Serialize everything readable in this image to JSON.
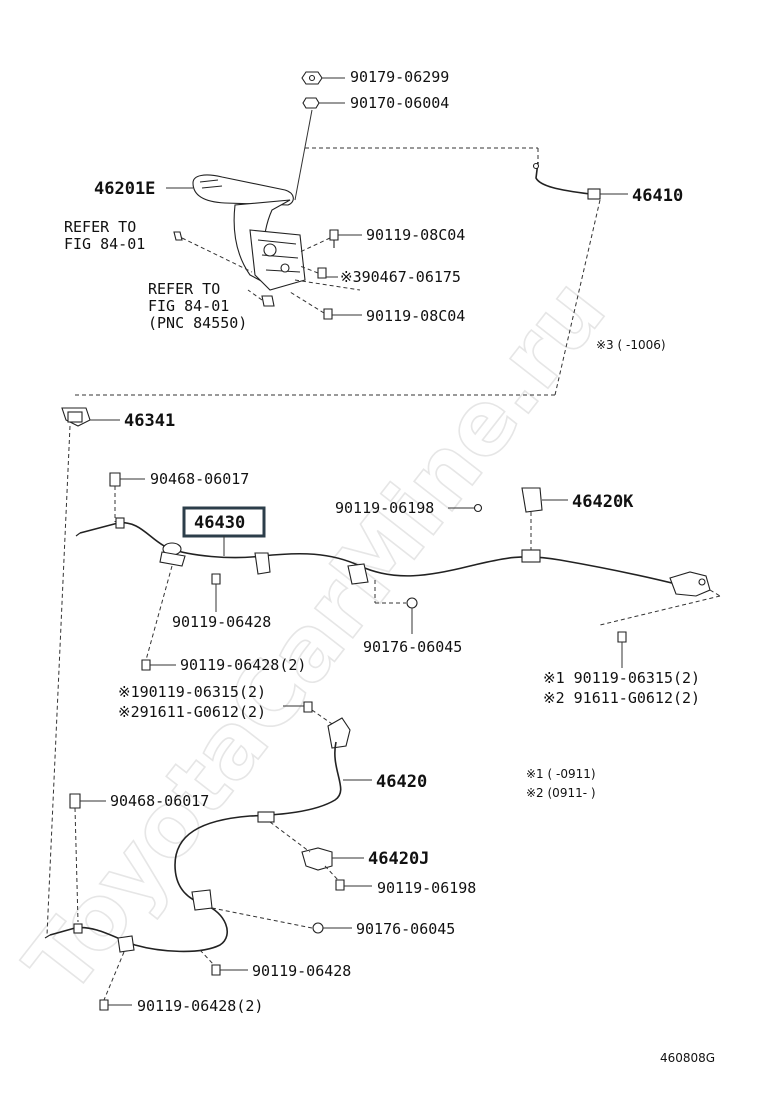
{
  "watermark": "ToyotaCarMine.ru",
  "diagram_code": "460808G",
  "labels": {
    "p90179": "90179-06299",
    "p90170": "90170-06004",
    "p46201E": "46201E",
    "p46410": "46410",
    "refer1_line1": "REFER TO",
    "refer1_line2": "FIG 84-01",
    "p90119_08C04_a": "90119-08C04",
    "p90467": "※390467-06175",
    "refer2_line1": "REFER TO",
    "refer2_line2": "FIG 84-01",
    "refer2_line3": "(PNC 84550)",
    "p90119_08C04_b": "90119-08C04",
    "note3": "※3 (    -1006)",
    "p46341": "46341",
    "p90468_a": "90468-06017",
    "p46430": "46430",
    "p90119_06198_a": "90119-06198",
    "p46420K": "46420K",
    "p90119_06428_a": "90119-06428",
    "p90176_a": "90176-06045",
    "p90119_06428_2a": "90119-06428(2)",
    "r1_line1": "※1 90119-06315(2)",
    "r1_line2": "※2 91611-G0612(2)",
    "l1_line1": "※190119-06315(2)",
    "l1_line2": "※291611-G0612(2)",
    "p46420": "46420",
    "note1": "※1 (    -0911)",
    "note2": "※2 (0911-    )",
    "p90468_b": "90468-06017",
    "p46420J": "46420J",
    "p90119_06198_b": "90119-06198",
    "p90176_b": "90176-06045",
    "p90119_06428_b": "90119-06428",
    "p90119_06428_2b": "90119-06428(2)"
  }
}
